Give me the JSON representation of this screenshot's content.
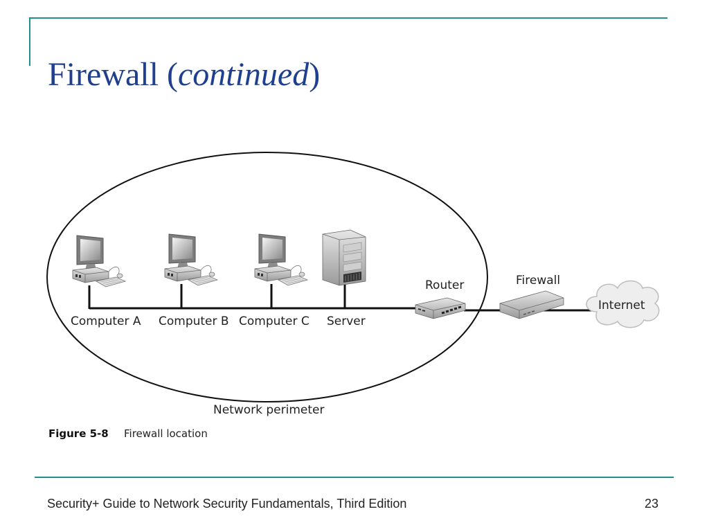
{
  "slide": {
    "title_main": "Firewall (",
    "title_italic": "continued",
    "title_close": ")",
    "accent_color": "#1f8f91",
    "title_color": "#1f3f8f"
  },
  "diagram": {
    "nodes": {
      "computer_a": "Computer A",
      "computer_b": "Computer B",
      "computer_c": "Computer C",
      "server": "Server",
      "router": "Router",
      "firewall": "Firewall",
      "internet": "Internet"
    },
    "perimeter_label": "Network perimeter",
    "figure_number": "Figure 5-8",
    "figure_caption": "Firewall location",
    "icons": [
      "computer-icon",
      "server-icon",
      "router-icon",
      "firewall-icon",
      "cloud-icon"
    ]
  },
  "footer": {
    "text": "Security+ Guide to Network Security Fundamentals, Third Edition",
    "page_number": "23"
  }
}
